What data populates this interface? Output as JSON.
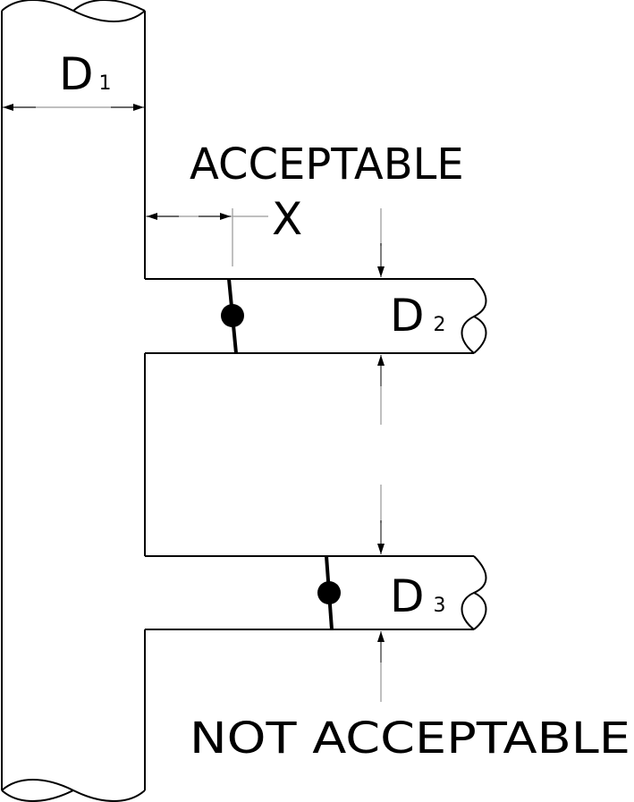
{
  "labels": {
    "d1": {
      "main": "D",
      "sub": "1"
    },
    "d2": {
      "main": "D",
      "sub": "2"
    },
    "d3": {
      "main": "D",
      "sub": "3"
    },
    "x": "X",
    "acceptable": "ACCEPTABLE",
    "not_acceptable": "NOT ACCEPTABLE"
  },
  "colors": {
    "stroke": "#000000",
    "background": "#ffffff",
    "dimension_line": "#aaaaaa"
  }
}
